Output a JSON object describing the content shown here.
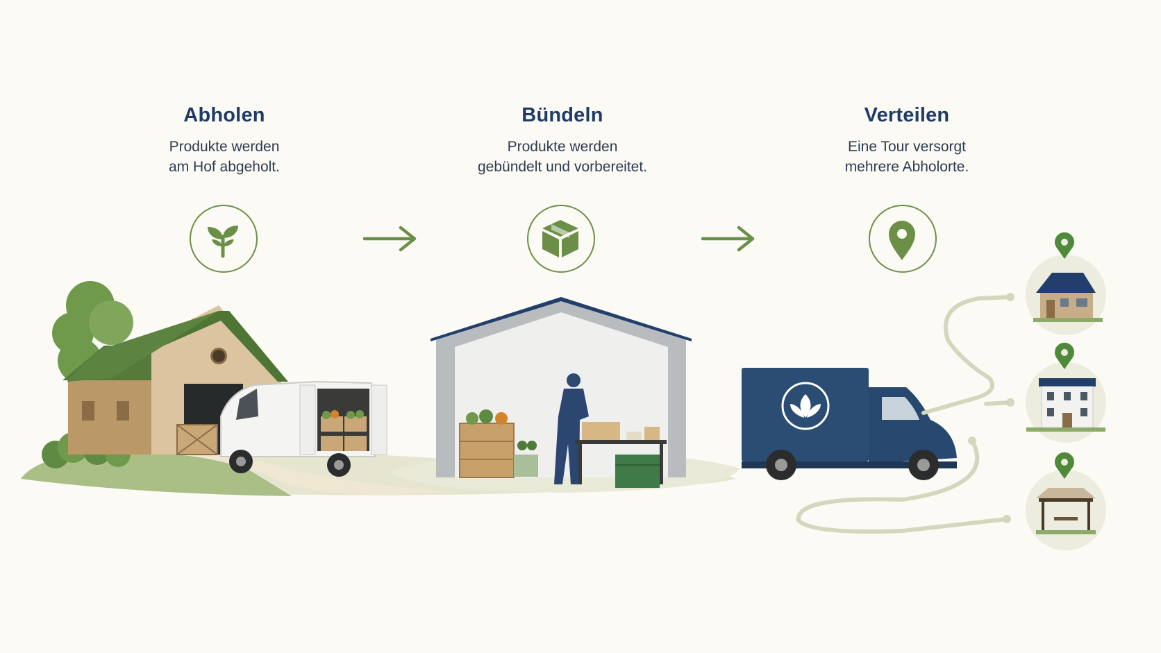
{
  "steps": [
    {
      "title": "Abholen",
      "line1": "Produkte werden",
      "line2": "am Hof abgeholt.",
      "icon": "sprout-icon"
    },
    {
      "title": "Bündeln",
      "line1": "Produkte werden",
      "line2": "gebündelt und vorbereitet.",
      "icon": "package-icon"
    },
    {
      "title": "Verteilen",
      "line1": "Eine Tour versorgt",
      "line2": "mehrere Abholorte.",
      "icon": "map-pin-icon"
    }
  ],
  "colors": {
    "title": "#1e3b66",
    "accent_green": "#6b8f47",
    "navy": "#223f6b",
    "background": "#fbfaf5"
  }
}
